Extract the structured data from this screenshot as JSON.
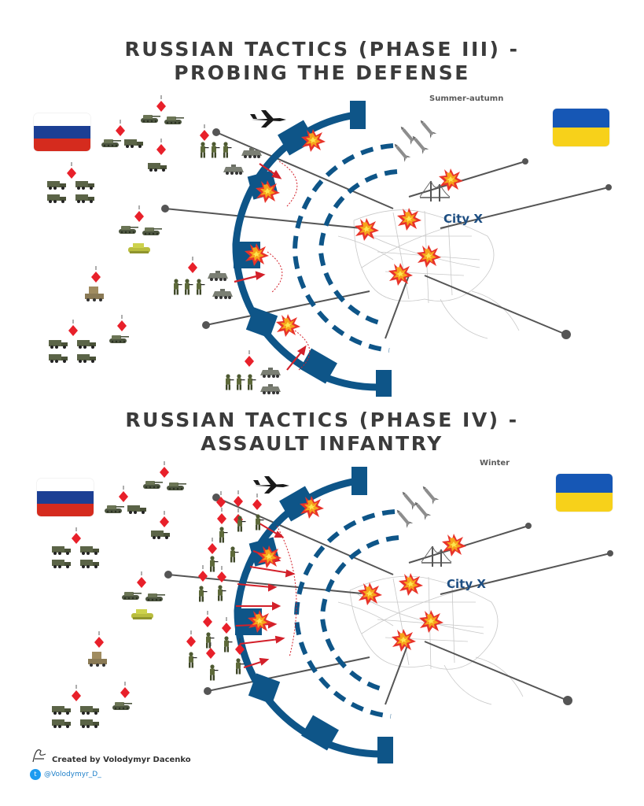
{
  "panels": [
    {
      "title_line1": "RUSSIAN TACTICS (PHASE III) -",
      "title_line2": "PROBING THE DEFENSE",
      "season": "Summer-autumn",
      "city_label": "City X"
    },
    {
      "title_line1": "RUSSIAN TACTICS (PHASE IV) -",
      "title_line2": "ASSAULT INFANTRY",
      "season": "Winter",
      "city_label": "City X"
    }
  ],
  "colors": {
    "defense_blue": "#0e5588",
    "russia": [
      "#ffffff",
      "#1c3f94",
      "#d52b1e"
    ],
    "ukraine": [
      "#1657b5",
      "#f7d11a"
    ],
    "unit_marker": "#e8202a",
    "attack_arrow": "#d3202a",
    "title": "#3b3b3b"
  },
  "credit": {
    "created_by": "Created by Volodymyr Dacenko",
    "handle": "@Volodymyr_D_"
  },
  "icons": [
    "fighter-jet-icon",
    "missile-icon",
    "explosion-icon",
    "tank-icon",
    "truck-icon",
    "soldier-icon",
    "bridge-icon",
    "twitter-icon",
    "signature-icon"
  ]
}
